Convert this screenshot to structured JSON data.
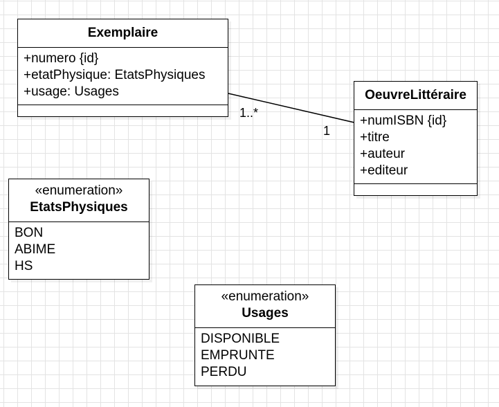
{
  "classes": {
    "exemplaire": {
      "name": "Exemplaire",
      "attributes": [
        "+numero {id}",
        "+etatPhysique: EtatsPhysiques",
        "+usage: Usages"
      ]
    },
    "oeuvre": {
      "name": "OeuvreLittéraire",
      "attributes": [
        "+numISBN {id}",
        "+titre",
        "+auteur",
        "+editeur"
      ]
    },
    "etats": {
      "stereotype": "«enumeration»",
      "name": "EtatsPhysiques",
      "values": [
        "BON",
        "ABIME",
        "HS"
      ]
    },
    "usages": {
      "stereotype": "«enumeration»",
      "name": "Usages",
      "values": [
        "DISPONIBLE",
        "EMPRUNTE",
        "PERDU"
      ]
    }
  },
  "association": {
    "multiplicity_exemplaire": "1..*",
    "multiplicity_oeuvre": "1"
  }
}
